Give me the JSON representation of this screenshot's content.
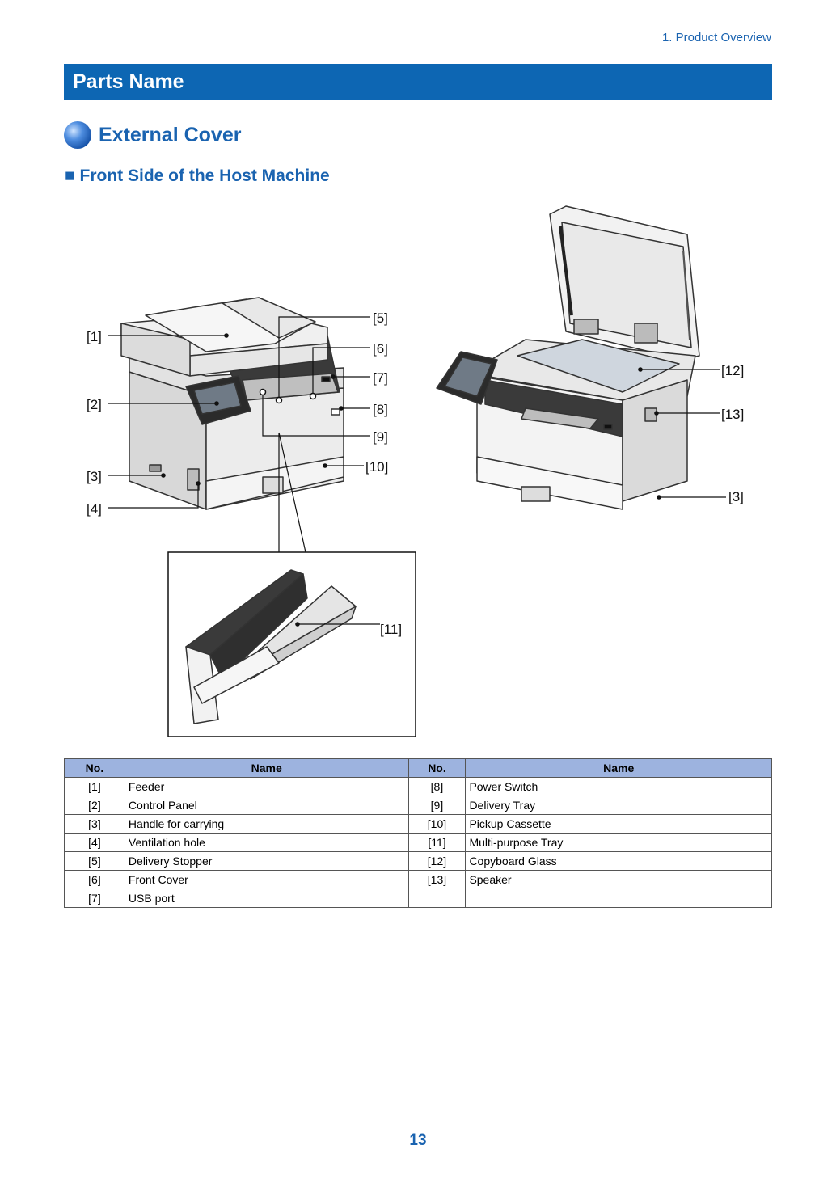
{
  "header": {
    "chapter": "1. Product Overview"
  },
  "title": "Parts Name",
  "section": "External Cover",
  "subsection": "■ Front Side of the Host Machine",
  "callouts": {
    "c1": "[1]",
    "c2": "[2]",
    "c3": "[3]",
    "c4": "[4]",
    "c5": "[5]",
    "c6": "[6]",
    "c7": "[7]",
    "c8": "[8]",
    "c9": "[9]",
    "c10": "[10]",
    "c11": "[11]",
    "c12": "[12]",
    "c13": "[13]",
    "c3b": "[3]"
  },
  "table": {
    "headers": [
      "No.",
      "Name",
      "No.",
      "Name"
    ],
    "rows": [
      [
        "[1]",
        "Feeder",
        "[8]",
        "Power Switch"
      ],
      [
        "[2]",
        "Control Panel",
        "[9]",
        "Delivery Tray"
      ],
      [
        "[3]",
        "Handle for carrying",
        "[10]",
        "Pickup Cassette"
      ],
      [
        "[4]",
        "Ventilation hole",
        "[11]",
        "Multi-purpose Tray"
      ],
      [
        "[5]",
        "Delivery Stopper",
        "[12]",
        "Copyboard Glass"
      ],
      [
        "[6]",
        "Front Cover",
        "[13]",
        "Speaker"
      ],
      [
        "[7]",
        "USB port",
        "",
        ""
      ]
    ]
  },
  "page_number": "13"
}
